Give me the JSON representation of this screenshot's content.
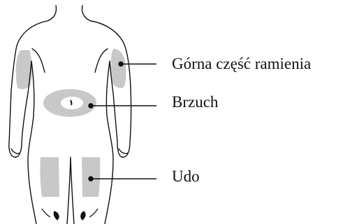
{
  "labels": {
    "upper_arm": "Górna część ramienia",
    "abdomen": "Brzuch",
    "thigh": "Udo"
  },
  "colors": {
    "outline": "#111111",
    "injection_site": "#c8c8c8",
    "background": "#ffffff"
  }
}
